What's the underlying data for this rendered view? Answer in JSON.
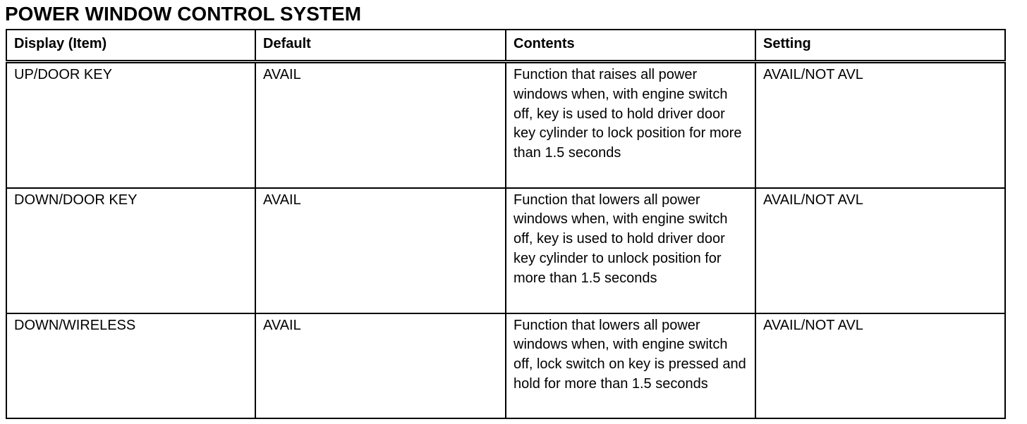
{
  "title": "POWER WINDOW CONTROL SYSTEM",
  "table": {
    "headers": [
      "Display (Item)",
      "Default",
      "Contents",
      "Setting"
    ],
    "rows": [
      {
        "item": "UP/DOOR KEY",
        "default": "AVAIL",
        "contents": "Function that raises all power windows when, with engine switch off, key is used to hold driver door key cylinder to lock position for more than 1.5 seconds",
        "setting": "AVAIL/NOT AVL"
      },
      {
        "item": "DOWN/DOOR KEY",
        "default": "AVAIL",
        "contents": "Function that lowers all power windows when, with engine switch off, key is used to hold driver door key cylinder to unlock position for more than 1.5 seconds",
        "setting": "AVAIL/NOT AVL"
      },
      {
        "item": "DOWN/WIRELESS",
        "default": "AVAIL",
        "contents": "Function that lowers all power windows when, with engine switch off, lock switch on key is pressed and hold for more than 1.5 seconds",
        "setting": "AVAIL/NOT AVL"
      }
    ]
  }
}
